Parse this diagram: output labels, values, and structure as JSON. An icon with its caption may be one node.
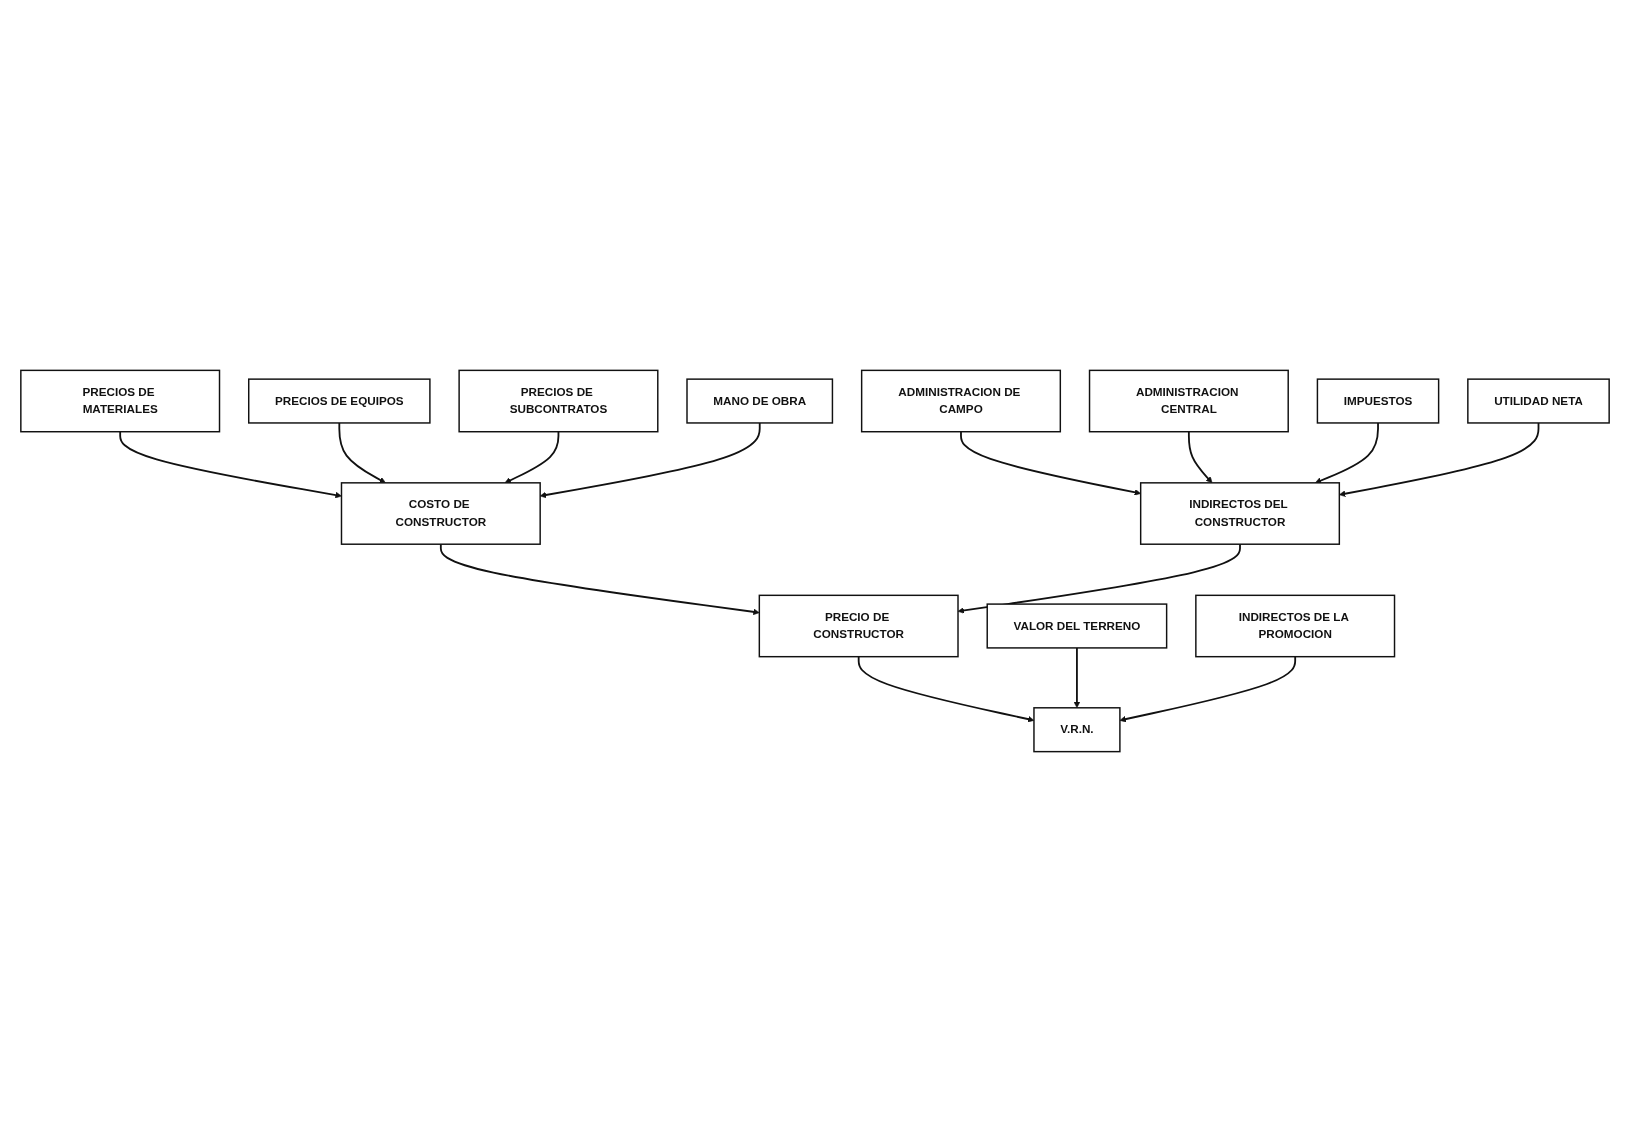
{
  "diagram": {
    "nodes": [
      {
        "text": [
          "PRECIOS DE MATERIALES"
        ]
      },
      {
        "text": [
          "PRECIOS DE EQUIPOS"
        ]
      },
      {
        "text": [
          "PRECIOS DE SUBCONTRATOS"
        ]
      },
      {
        "text": [
          "MANO DE OBRA"
        ]
      },
      {
        "text": [
          "COSTO DE CONSTRUCTOR"
        ]
      },
      {
        "text": [
          "ADMINISTRACION DE CAMPO"
        ]
      },
      {
        "text": [
          "ADMINISTRACION CENTRAL"
        ]
      },
      {
        "text": [
          "INDIRECTOS DEL CONSTRUCTOR"
        ]
      },
      {
        "text": [
          "IMPUESTOS"
        ]
      },
      {
        "text": [
          "PRECIO DE CONSTRUCTOR"
        ]
      },
      {
        "text": [
          "UTILIDAD NETA"
        ]
      },
      {
        "text": [
          "VALOR DEL TERRENO"
        ]
      },
      {
        "text": [
          "INDIRECTOS DE LA PROMOCION"
        ]
      },
      {
        "text": [
          "V.R.N."
        ]
      }
    ],
    "edges": [
      {
        "from": 0,
        "to": 4,
        "arrow": "to"
      },
      {
        "from": 1,
        "to": 4,
        "arrow": "to"
      },
      {
        "from": 2,
        "to": 4,
        "arrow": "to"
      },
      {
        "from": 3,
        "to": 4,
        "arrow": "to"
      },
      {
        "from": 5,
        "to": 7,
        "arrow": "to"
      },
      {
        "from": 6,
        "to": 7,
        "arrow": "to"
      },
      {
        "from": 8,
        "to": 7,
        "arrow": "to"
      },
      {
        "from": 10,
        "to": 7,
        "arrow": "to"
      },
      {
        "from": 4,
        "to": 9,
        "arrow": "to"
      },
      {
        "from": 7,
        "to": 9,
        "arrow": "to"
      },
      {
        "from": 9,
        "to": 13,
        "arrow": "to"
      },
      {
        "from": 11,
        "to": 13,
        "arrow": "to"
      },
      {
        "from": 12,
        "to": 13,
        "arrow": "to"
      }
    ]
  }
}
